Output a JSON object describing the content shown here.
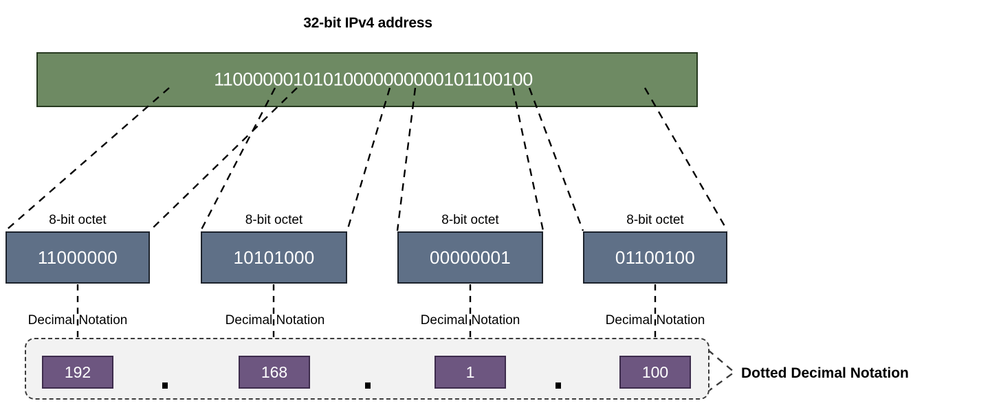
{
  "diagram": {
    "title": "32-bit IPv4 address",
    "address_bar": {
      "binary": "11000000101010000000000101100100",
      "fill_color": "#6e8a63",
      "border_color": "#26391f",
      "text_color": "#ffffff"
    },
    "octet_caption": "8-bit octet",
    "decimal_caption": "Decimal Notation",
    "octets": [
      {
        "binary": "11000000",
        "decimal": "192"
      },
      {
        "binary": "10101000",
        "decimal": "168"
      },
      {
        "binary": "00000001",
        "decimal": "1"
      },
      {
        "binary": "01100100",
        "decimal": "100"
      }
    ],
    "separator": ".",
    "dotted_decimal_label": "Dotted Decimal Notation",
    "colors": {
      "green_bar": "#6e8a63",
      "octet_box": "#5f7087",
      "decimal_box": "#6d5680",
      "container_fill": "#f2f2f2",
      "container_border": "#3b3b3b",
      "text_dark": "#000000",
      "text_light": "#ffffff"
    }
  }
}
